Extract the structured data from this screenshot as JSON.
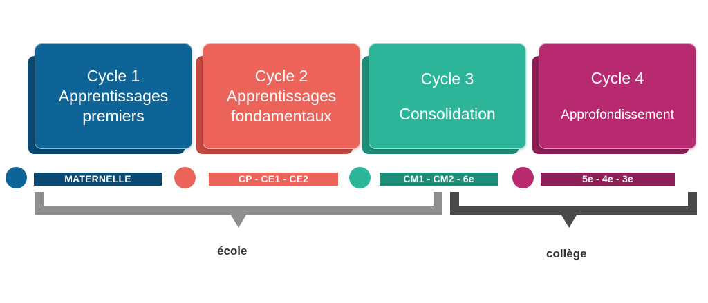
{
  "colors": {
    "cycle1": "#0f6497",
    "cycle1_dark": "#0a4a72",
    "cycle2": "#ec6359",
    "cycle2_dark": "#c24840",
    "cycle3": "#2db59a",
    "cycle3_dark": "#1f8e78",
    "cycle4": "#b82a6f",
    "cycle4_dark": "#8c1f55",
    "ecole_bracket": "#8f8f8f",
    "college_bracket": "#4a4a4a"
  },
  "cycles": [
    {
      "title": "Cycle 1",
      "subtitle": "Apprentissages",
      "subtitle2": "premiers",
      "level": "MATERNELLE"
    },
    {
      "title": "Cycle 2",
      "subtitle": "Apprentissages",
      "subtitle2": "fondamentaux",
      "level": "CP - CE1 - CE2"
    },
    {
      "title": "Cycle 3",
      "subtitle": "Consolidation",
      "level": "CM1 - CM2 - 6e"
    },
    {
      "title": "Cycle 4",
      "subtitle": "Approfondissement",
      "level": "5e - 4e - 3e"
    }
  ],
  "groups": {
    "ecole": "école",
    "college": "collège"
  }
}
